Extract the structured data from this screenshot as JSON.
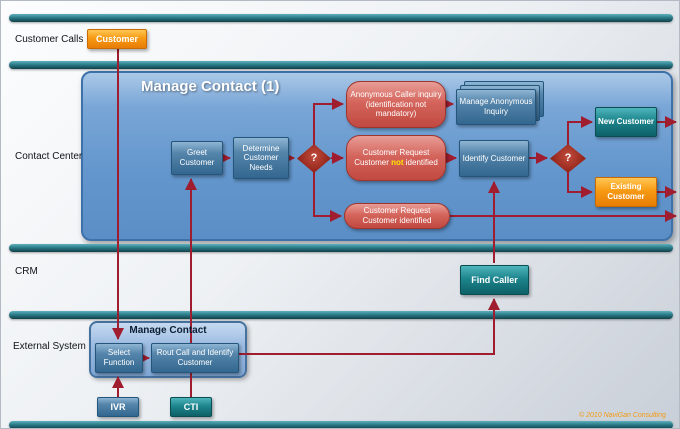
{
  "lanes": [
    {
      "label": "Customer Calls"
    },
    {
      "label": "Contact Center"
    },
    {
      "label": "CRM"
    },
    {
      "label": "External System"
    }
  ],
  "customer_calls": {
    "customer_label": "Customer"
  },
  "contact_center": {
    "container_title": "Manage Contact (1)",
    "greet_customer": "Greet Customer",
    "determine_needs": "Determine Customer Needs",
    "decision_1": "?",
    "anonymous_inquiry": "Anonymous Caller inquiry (identification not mandatory)",
    "request_not_identified": {
      "pre": "Customer Request Customer ",
      "highlight": "not",
      "post": " identified"
    },
    "request_identified": "Customer Request Customer identified",
    "manage_anonymous_inquiry": "Manage Anonymous Inquiry",
    "identify_customer": "Identify Customer",
    "decision_2": "?",
    "new_customer": "New Customer",
    "existing_customer": "Existing Customer"
  },
  "crm": {
    "find_caller": "Find Caller"
  },
  "external_system": {
    "container_title": "Manage Contact",
    "select_function": "Select Function",
    "rout_call": "Rout Call and Identify Customer",
    "ivr": "IVR",
    "cti": "CTI"
  },
  "footer": {
    "copyright": "© 2010 NaviGan Consulting"
  },
  "colors": {
    "arrow": "#9f1d2e",
    "accent_orange": "#f79a14",
    "accent_teal": "#1d858d",
    "accent_blue": "#5585ab",
    "highlight_yellow": "#ffe400"
  }
}
